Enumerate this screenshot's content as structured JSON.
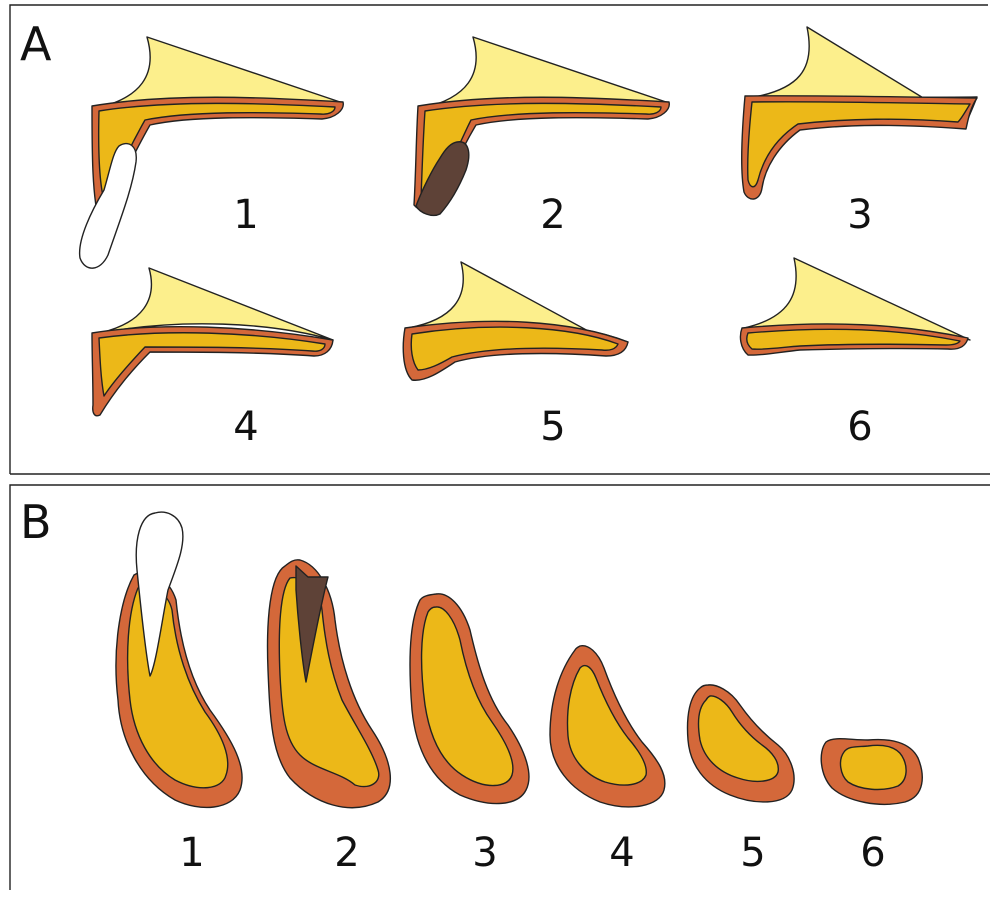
{
  "panels": {
    "a": {
      "letter": "A",
      "labels": [
        "1",
        "2",
        "3",
        "4",
        "5",
        "6"
      ]
    },
    "b": {
      "letter": "B",
      "labels": [
        "1",
        "2",
        "3",
        "4",
        "5",
        "6"
      ]
    }
  },
  "colors": {
    "light_yellow": "#fcef8c",
    "yellow": "#ecb818",
    "rim_orange": "#d4683a",
    "dark_brown": "#5e4237",
    "white": "#ffffff",
    "outline": "#222222"
  }
}
